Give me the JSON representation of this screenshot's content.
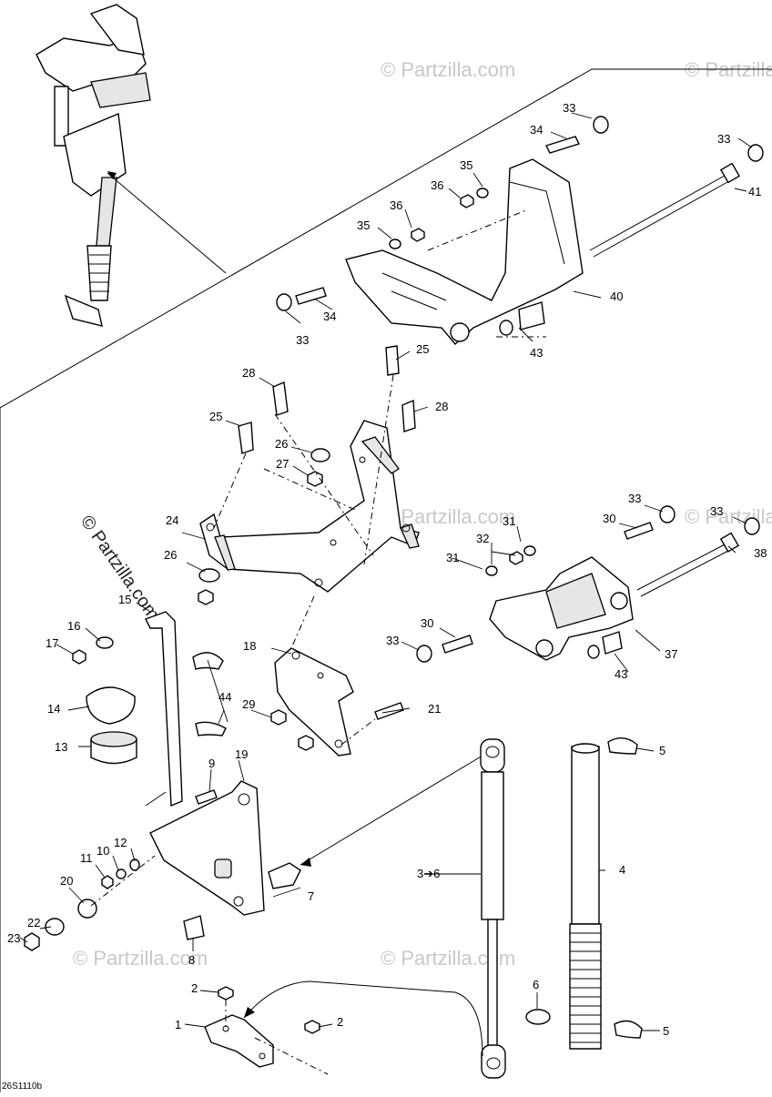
{
  "diagram": {
    "drawing_code": "26S1110b",
    "watermarks": [
      "© Partzilla.com",
      "© Partzilla.com",
      "© Partzilla.com",
      "© Partzilla.com",
      "© Partzilla.com",
      "© Partzilla.com",
      "© Partzilla.com"
    ],
    "labels": {
      "l1": "1",
      "l2a": "2",
      "l2b": "2",
      "l3": "3➔6",
      "l4": "4",
      "l5a": "5",
      "l5b": "5",
      "l6": "6",
      "l7": "7",
      "l8": "8",
      "l9": "9",
      "l10": "10",
      "l11": "11",
      "l12": "12",
      "l13": "13",
      "l14": "14",
      "l15": "15",
      "l16": "16",
      "l17": "17",
      "l18": "18",
      "l19": "19",
      "l20": "20",
      "l21": "21",
      "l22": "22",
      "l23": "23",
      "l24": "24",
      "l25a": "25",
      "l25b": "25",
      "l26a": "26",
      "l26b": "26",
      "l27": "27",
      "l28a": "28",
      "l28b": "28",
      "l29": "29",
      "l30a": "30",
      "l30b": "30",
      "l31a": "31",
      "l31b": "31",
      "l32": "32",
      "l33a": "33",
      "l33b": "33",
      "l33c": "33",
      "l33d": "33",
      "l33e": "33",
      "l33f": "33",
      "l34a": "34",
      "l34b": "34",
      "l35a": "35",
      "l35b": "35",
      "l36a": "36",
      "l36b": "36",
      "l37": "37",
      "l38": "38",
      "l40": "40",
      "l41": "41",
      "l43a": "43",
      "l43b": "43",
      "l44": "44"
    }
  }
}
